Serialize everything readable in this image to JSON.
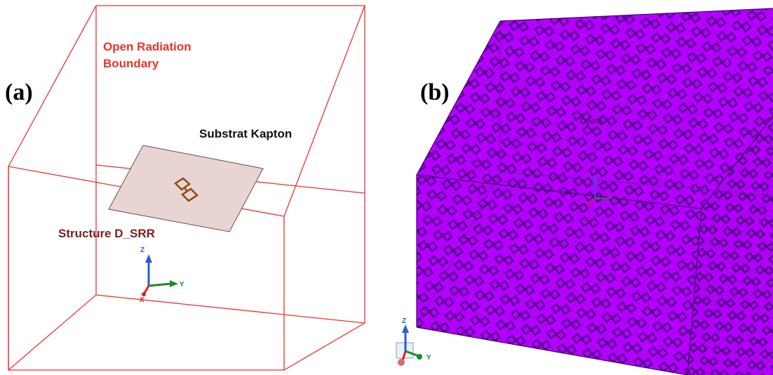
{
  "panel_a": {
    "label": "(a)",
    "boundary_label_line1": "Open Radiation",
    "boundary_label_line2": "Boundary",
    "substrate_label": "Substrat Kapton",
    "structure_label": "Structure D_SRR",
    "axes": {
      "z": "Z",
      "y": "Y",
      "x": "X"
    },
    "colors": {
      "boundary": "#e8332e",
      "substrate": "#e6cfcc",
      "structure": "#7a1f1f",
      "srr": "#8a4a14"
    }
  },
  "panel_b": {
    "label": "(b)",
    "object_label": "Open1",
    "axes": {
      "z": "Z",
      "y": "Y"
    },
    "colors": {
      "box": "#b400ff",
      "pattern": "#5a0090"
    }
  }
}
